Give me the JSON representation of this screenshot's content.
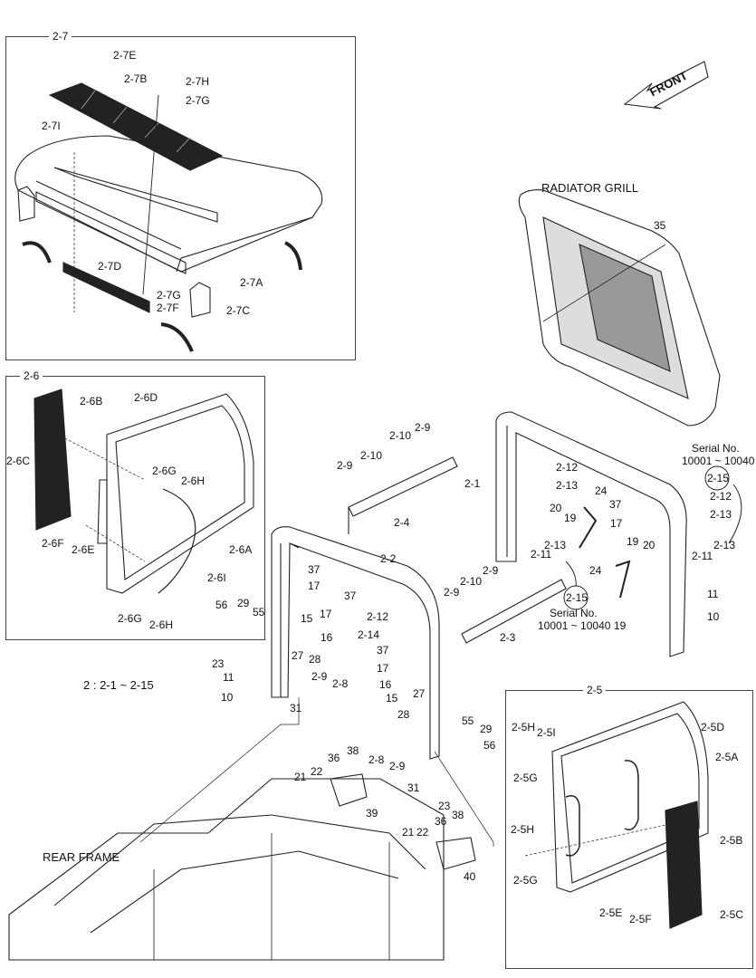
{
  "boxes": {
    "b27": "2-7",
    "b26": "2-6",
    "b25": "2-5"
  },
  "titles": {
    "front": "FRONT",
    "radiator": "RADIATOR GRILL",
    "rear": "REAR FRAME",
    "range": "2 : 2-1 ~ 2-15",
    "serial_a_1": "Serial No.",
    "serial_a_2": "10001 ~ 10040",
    "serial_b_1": "Serial No.",
    "serial_b_2": "10001 ~ 10040",
    "circ_a": "2-15",
    "circ_b": "2-15"
  },
  "callouts": [
    "2-7E",
    "2-7B",
    "2-7H",
    "2-7G",
    "2-7I",
    "2-7D",
    "2-7G",
    "2-7F",
    "2-7A",
    "2-7C",
    "35",
    "2-6B",
    "2-6D",
    "2-6C",
    "2-6G",
    "2-6H",
    "2-6F",
    "2-6E",
    "2-6A",
    "2-6I",
    "2-6G",
    "2-6H",
    "2-9",
    "2-10",
    "2-9",
    "2-10",
    "2-4",
    "2-1",
    "2-12",
    "2-13",
    "20",
    "24",
    "19",
    "37",
    "17",
    "2-11",
    "2-13",
    "2-12",
    "2-13",
    "2-11",
    "2-13",
    "19",
    "20",
    "24",
    "19",
    "11",
    "10",
    "2-2",
    "37",
    "17",
    "37",
    "17",
    "16",
    "2-12",
    "2-14",
    "37",
    "15",
    "2-9",
    "2-10",
    "2-9",
    "2-3",
    "17",
    "16",
    "15",
    "56",
    "29",
    "55",
    "27",
    "28",
    "2-9",
    "2-8",
    "23",
    "11",
    "10",
    "31",
    "28",
    "27",
    "2-8",
    "2-9",
    "55",
    "29",
    "56",
    "31",
    "23",
    "36",
    "38",
    "21",
    "22",
    "39",
    "36",
    "38",
    "21",
    "22",
    "40",
    "2-5D",
    "2-5H",
    "2-5I",
    "2-5A",
    "2-5G",
    "2-5B",
    "2-5H",
    "2-5G",
    "2-5E",
    "2-5F",
    "2-5C"
  ]
}
